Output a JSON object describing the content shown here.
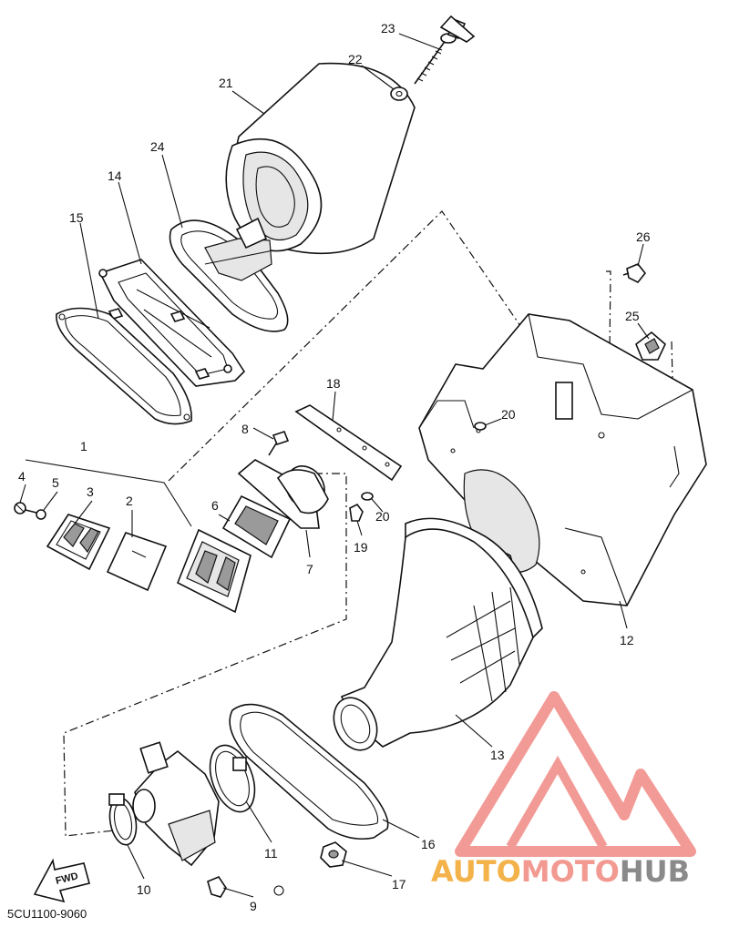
{
  "diagram": {
    "code": "5CU1100-9060",
    "fwd_label": "FWD",
    "callouts": [
      "1",
      "2",
      "3",
      "4",
      "5",
      "6",
      "7",
      "8",
      "9",
      "10",
      "11",
      "12",
      "13",
      "14",
      "15",
      "16",
      "17",
      "18",
      "19",
      "20",
      "20",
      "21",
      "22",
      "23",
      "24",
      "25",
      "26"
    ]
  },
  "watermark": {
    "part1": "AUTO",
    "part2": "MOTO",
    "part3": "HUB",
    "colors": {
      "auto": "#f3b24a",
      "moto": "#f29a92",
      "hub": "#8a8a8a",
      "logo": "#f08a84"
    }
  }
}
